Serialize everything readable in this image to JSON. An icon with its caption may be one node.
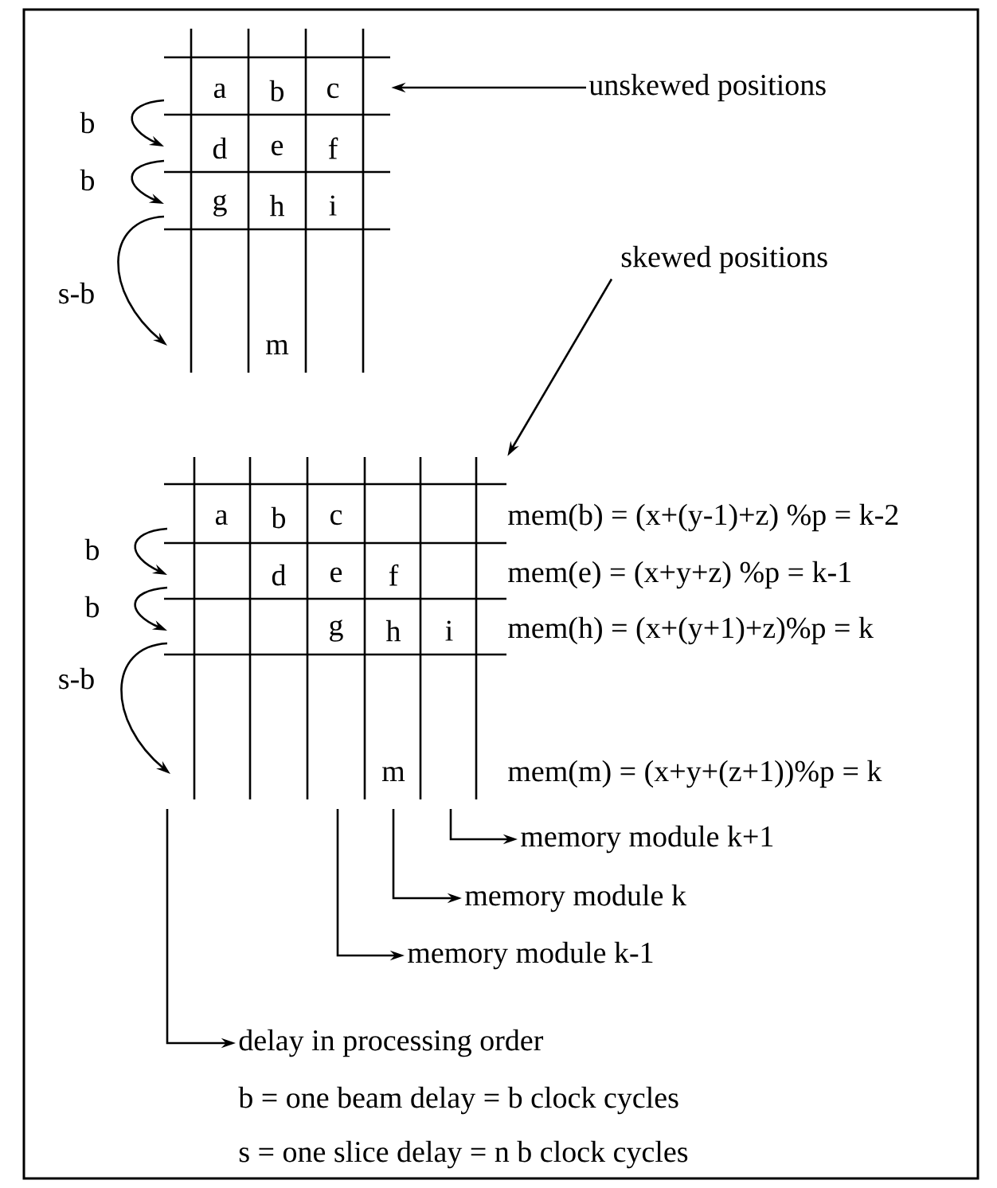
{
  "diagram": {
    "nodes": [
      {
        "text": [
          "unskewed positions"
        ]
      },
      {
        "text": [],
        "shape": "box"
      },
      {
        "text": [
          "skewed positions"
        ]
      },
      {
        "text": [],
        "shape": "box"
      },
      {
        "text": [
          "memory module k+1"
        ]
      },
      {
        "text": [
          "memory module k"
        ]
      },
      {
        "text": [
          "memory module k-1"
        ]
      },
      {
        "text": [
          "delay in processing order"
        ]
      }
    ],
    "edges": [
      {
        "from": 0,
        "to": 1,
        "arrow": "to"
      },
      {
        "from": 2,
        "to": 3,
        "arrow": "to"
      },
      {
        "from": 3,
        "to": 4,
        "arrow": "to"
      },
      {
        "from": 3,
        "to": 5,
        "arrow": "to"
      },
      {
        "from": 3,
        "to": 6,
        "arrow": "to"
      },
      {
        "from": 3,
        "to": 7,
        "arrow": "to"
      }
    ],
    "labels": [
      "a",
      "b",
      "c",
      "b",
      "d",
      "e",
      "f",
      "b",
      "g",
      "h",
      "i",
      "s-b",
      "m",
      "a",
      "b",
      "c",
      "mem(b) = (x+(y-1)+z) %p = k-2",
      "b",
      "d",
      "e",
      "f",
      "mem(e) = (x+y+z) %p = k-1",
      "b",
      "g",
      "h",
      "i",
      "mem(h) = (x+(y+1)+z)%p = k",
      "s-b",
      "m",
      "mem(m) = (x+y+(z+1))%p = k",
      "b = one beam delay = b clock cycles",
      "s = one slice delay = n b clock cycles"
    ]
  }
}
